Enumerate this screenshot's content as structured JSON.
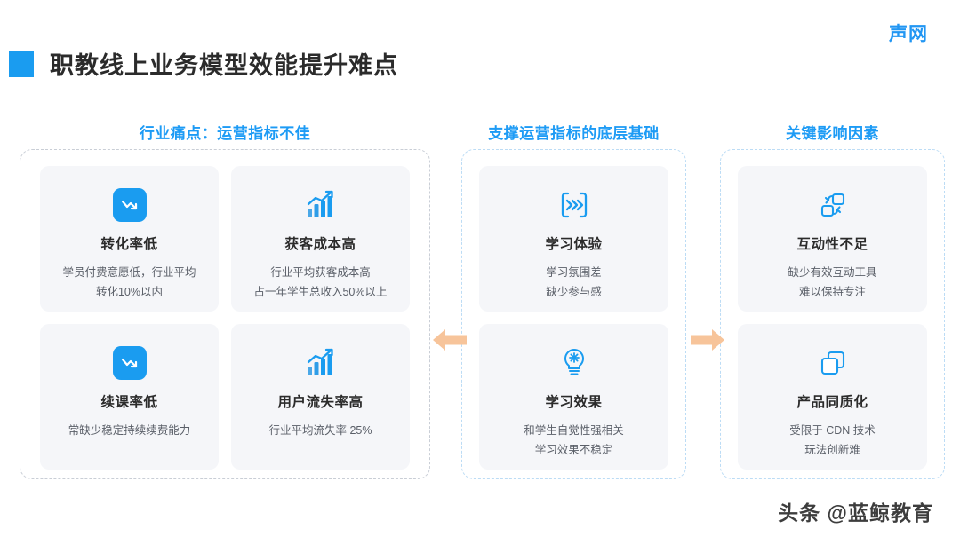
{
  "brand": {
    "logo_text": "声网",
    "logo_color": "#2196f3"
  },
  "header": {
    "title": "职教线上业务模型效能提升难点",
    "marker_color": "#1a9cf0"
  },
  "columns": [
    {
      "id": "pain-points",
      "heading": "行业痛点：运营指标不佳",
      "border_style": "gray-dashed",
      "cards": [
        {
          "icon": "trend-down-icon",
          "title": "转化率低",
          "lines": [
            "学员付费意愿低，行业平均",
            "转化10%以内"
          ]
        },
        {
          "icon": "bar-chart-up-icon",
          "title": "获客成本高",
          "lines": [
            "行业平均获客成本高",
            "占一年学生总收入50%以上"
          ]
        },
        {
          "icon": "trend-down-icon",
          "title": "续课率低",
          "lines": [
            "常缺少稳定持续续费能力"
          ]
        },
        {
          "icon": "bar-chart-up-icon",
          "title": "用户流失率高",
          "lines": [
            "行业平均流失率 25%"
          ]
        }
      ]
    },
    {
      "id": "foundation",
      "heading": "支撑运营指标的底层基础",
      "border_style": "blue-dashed",
      "cards": [
        {
          "icon": "chevrons-stream-icon",
          "title": "学习体验",
          "lines": [
            "学习氛围差",
            "缺少参与感"
          ]
        },
        {
          "icon": "lightbulb-icon",
          "title": "学习效果",
          "lines": [
            "和学生自觉性强相关",
            "学习效果不稳定"
          ]
        }
      ]
    },
    {
      "id": "key-factors",
      "heading": "关键影响因素",
      "border_style": "blue-dashed",
      "cards": [
        {
          "icon": "interaction-swap-icon",
          "title": "互动性不足",
          "lines": [
            "缺少有效互动工具",
            "难以保持专注"
          ]
        },
        {
          "icon": "duplicate-squares-icon",
          "title": "产品同质化",
          "lines": [
            "受限于 CDN 技术",
            "玩法创新难"
          ]
        }
      ]
    }
  ],
  "arrows": {
    "left_arrow": "arrow-left-icon",
    "right_arrow": "arrow-right-icon",
    "color": "#f7c49a"
  },
  "watermark": {
    "text": "头条 @蓝鲸教育"
  },
  "theme": {
    "accent_blue": "#1a9cf0",
    "heading_blue": "#1d9bf5",
    "card_bg": "#f5f6f9",
    "text_dark": "#2b2b2b",
    "text_muted": "#5a5f68"
  }
}
